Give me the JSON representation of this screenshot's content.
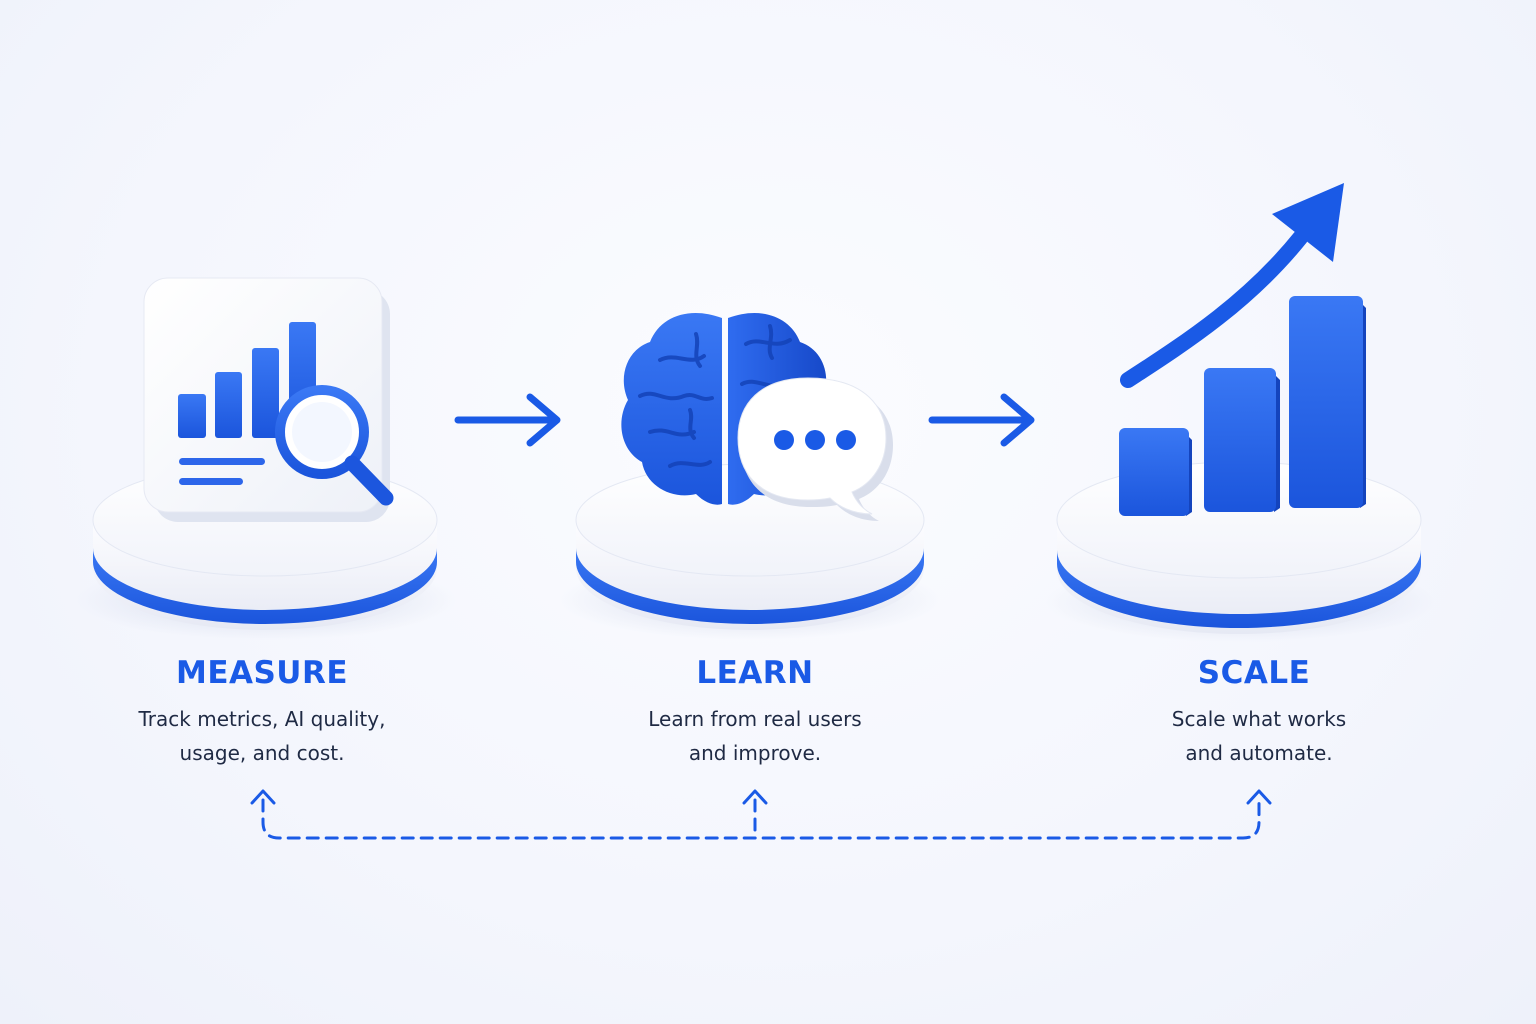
{
  "colors": {
    "accent": "#1a5ae6",
    "accent_light": "#3b78f2",
    "text_dark": "#1f2a44",
    "platform_white": "#ffffff"
  },
  "steps": [
    {
      "title": "MEASURE",
      "desc_line1": "Track metrics, AI quality,",
      "desc_line2": "usage, and cost.",
      "icon": "report-magnifier-icon"
    },
    {
      "title": "LEARN",
      "desc_line1": "Learn from real users",
      "desc_line2": "and improve.",
      "icon": "brain-chat-icon"
    },
    {
      "title": "SCALE",
      "desc_line1": "Scale what works",
      "desc_line2": "and automate.",
      "icon": "growth-chart-icon"
    }
  ],
  "connectors": {
    "forward_arrows": [
      "arrow-right-icon",
      "arrow-right-icon"
    ],
    "feedback_loop": "dashed-feedback-loop"
  }
}
